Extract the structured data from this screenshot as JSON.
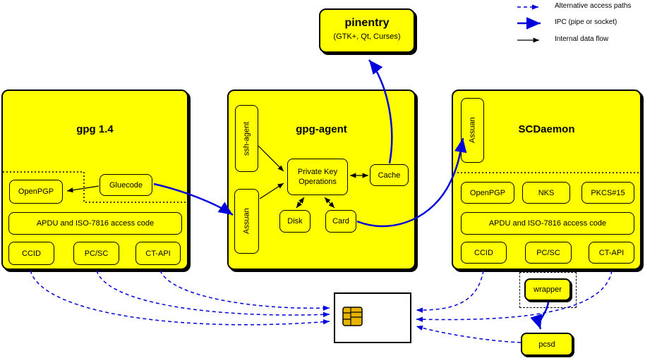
{
  "legend": {
    "items": [
      {
        "id": "alternative",
        "label": "Alternative access paths",
        "line_style": "dashed-blue-arrow"
      },
      {
        "id": "ipc",
        "label": "IPC (pipe or socket)",
        "line_style": "thick-blue-arrow"
      },
      {
        "id": "internal",
        "label": "Internal data flow",
        "line_style": "thin-black-arrow"
      }
    ]
  },
  "pinentry": {
    "title": "pinentry",
    "subtitle": "(GTK+, Qt, Curses)"
  },
  "gpg14": {
    "title": "gpg 1.4",
    "modules": {
      "openpgp": "OpenPGP",
      "gluecode": "Gluecode",
      "apdu": "APDU and ISO-7816 access code",
      "ccid": "CCID",
      "pcsc": "PC/SC",
      "ctapi": "CT-API"
    }
  },
  "gpg_agent": {
    "title": "gpg-agent",
    "modules": {
      "ssh_agent": "ssh-agent",
      "assuan": "Assuan",
      "private_key_ops_line1": "Private Key",
      "private_key_ops_line2": "Operations",
      "cache": "Cache",
      "disk": "Disk",
      "card": "Card"
    }
  },
  "scdaemon": {
    "title": "SCDaemon",
    "modules": {
      "assuan": "Assuan",
      "openpgp": "OpenPGP",
      "nks": "NKS",
      "pkcs15": "PKCS#15",
      "apdu": "APDU and ISO-7816 access code",
      "ccid": "CCID",
      "pcsc": "PC/SC",
      "ctapi": "CT-API"
    }
  },
  "external": {
    "wrapper": "wrapper",
    "pcsd": "pcsd"
  },
  "colors": {
    "box_yellow": "#ffff00",
    "arrow_blue": "#0000dd",
    "chip_gold": "#e6b400",
    "border": "#000000"
  }
}
